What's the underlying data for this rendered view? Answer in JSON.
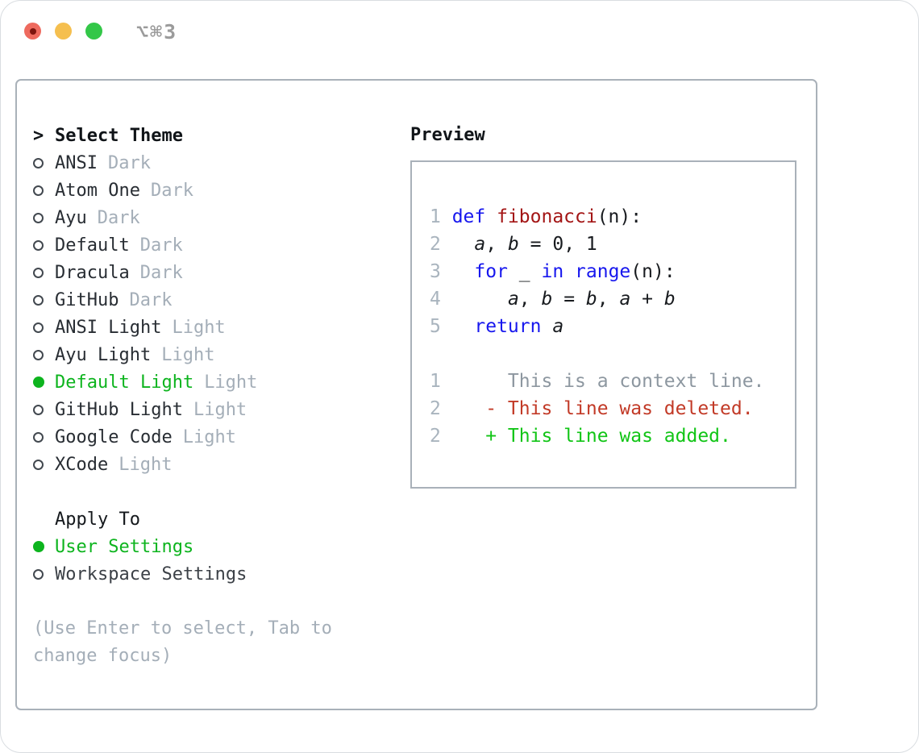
{
  "window": {
    "title": "⌥⌘3"
  },
  "colors": {
    "accent_green": "#0db41e",
    "diff_added": "#11c516",
    "diff_removed": "#c23a27",
    "keyword_blue": "#1717ee",
    "function_red": "#a31515",
    "muted": "#a4aeb8",
    "context_gray": "#8d97a0",
    "line_number": "#a9b4be",
    "text": "#22262b",
    "border": "#a9b1b9",
    "traffic_close": "#ee6a5e",
    "traffic_minimize": "#f5bf4f",
    "traffic_zoom": "#33c748"
  },
  "theme_menu": {
    "header_prefix": ">",
    "header": "Select Theme",
    "items": [
      {
        "name": "ANSI",
        "variant": "Dark",
        "selected": false
      },
      {
        "name": "Atom One",
        "variant": "Dark",
        "selected": false
      },
      {
        "name": "Ayu",
        "variant": "Dark",
        "selected": false
      },
      {
        "name": "Default",
        "variant": "Dark",
        "selected": false
      },
      {
        "name": "Dracula",
        "variant": "Dark",
        "selected": false
      },
      {
        "name": "GitHub",
        "variant": "Dark",
        "selected": false
      },
      {
        "name": "ANSI Light",
        "variant": "Light",
        "selected": false
      },
      {
        "name": "Ayu Light",
        "variant": "Light",
        "selected": false
      },
      {
        "name": "Default Light",
        "variant": "Light",
        "selected": true
      },
      {
        "name": "GitHub Light",
        "variant": "Light",
        "selected": false
      },
      {
        "name": "Google Code",
        "variant": "Light",
        "selected": false
      },
      {
        "name": "XCode",
        "variant": "Light",
        "selected": false
      }
    ]
  },
  "apply_to": {
    "header": "Apply To",
    "options": [
      {
        "name": "User Settings",
        "selected": true
      },
      {
        "name": "Workspace Settings",
        "selected": false
      }
    ]
  },
  "hint": "(Use Enter to select, Tab to change focus)",
  "preview": {
    "title": "Preview",
    "lines": [
      {
        "num": "1",
        "segments": [
          {
            "t": "def ",
            "c": "kw"
          },
          {
            "t": "fibonacci",
            "c": "fn"
          },
          {
            "t": "(n):",
            "c": "p"
          }
        ]
      },
      {
        "num": "2",
        "segments": [
          {
            "t": "  ",
            "c": "p"
          },
          {
            "t": "a",
            "c": "v"
          },
          {
            "t": ", ",
            "c": "p"
          },
          {
            "t": "b",
            "c": "v"
          },
          {
            "t": " = 0, 1",
            "c": "p"
          }
        ]
      },
      {
        "num": "3",
        "segments": [
          {
            "t": "  ",
            "c": "p"
          },
          {
            "t": "for",
            "c": "kw"
          },
          {
            "t": " _ ",
            "c": "p"
          },
          {
            "t": "in",
            "c": "kw"
          },
          {
            "t": " ",
            "c": "p"
          },
          {
            "t": "range",
            "c": "kw"
          },
          {
            "t": "(n):",
            "c": "p"
          }
        ]
      },
      {
        "num": "4",
        "segments": [
          {
            "t": "     ",
            "c": "p"
          },
          {
            "t": "a",
            "c": "v"
          },
          {
            "t": ", ",
            "c": "p"
          },
          {
            "t": "b",
            "c": "v"
          },
          {
            "t": " = ",
            "c": "p"
          },
          {
            "t": "b",
            "c": "v"
          },
          {
            "t": ", ",
            "c": "p"
          },
          {
            "t": "a",
            "c": "v"
          },
          {
            "t": " + ",
            "c": "p"
          },
          {
            "t": "b",
            "c": "v"
          }
        ]
      },
      {
        "num": "5",
        "segments": [
          {
            "t": "  ",
            "c": "p"
          },
          {
            "t": "return",
            "c": "kw"
          },
          {
            "t": " ",
            "c": "p"
          },
          {
            "t": "a",
            "c": "v"
          }
        ]
      },
      {
        "num": "",
        "segments": []
      },
      {
        "num": "1",
        "segments": [
          {
            "t": "     This is a context line.",
            "c": "ctx"
          }
        ]
      },
      {
        "num": "2",
        "segments": [
          {
            "t": "   ",
            "c": "p"
          },
          {
            "t": "- This line was deleted.",
            "c": "del"
          }
        ]
      },
      {
        "num": "2",
        "segments": [
          {
            "t": "   ",
            "c": "p"
          },
          {
            "t": "+ This line was added.",
            "c": "add"
          }
        ]
      }
    ]
  }
}
